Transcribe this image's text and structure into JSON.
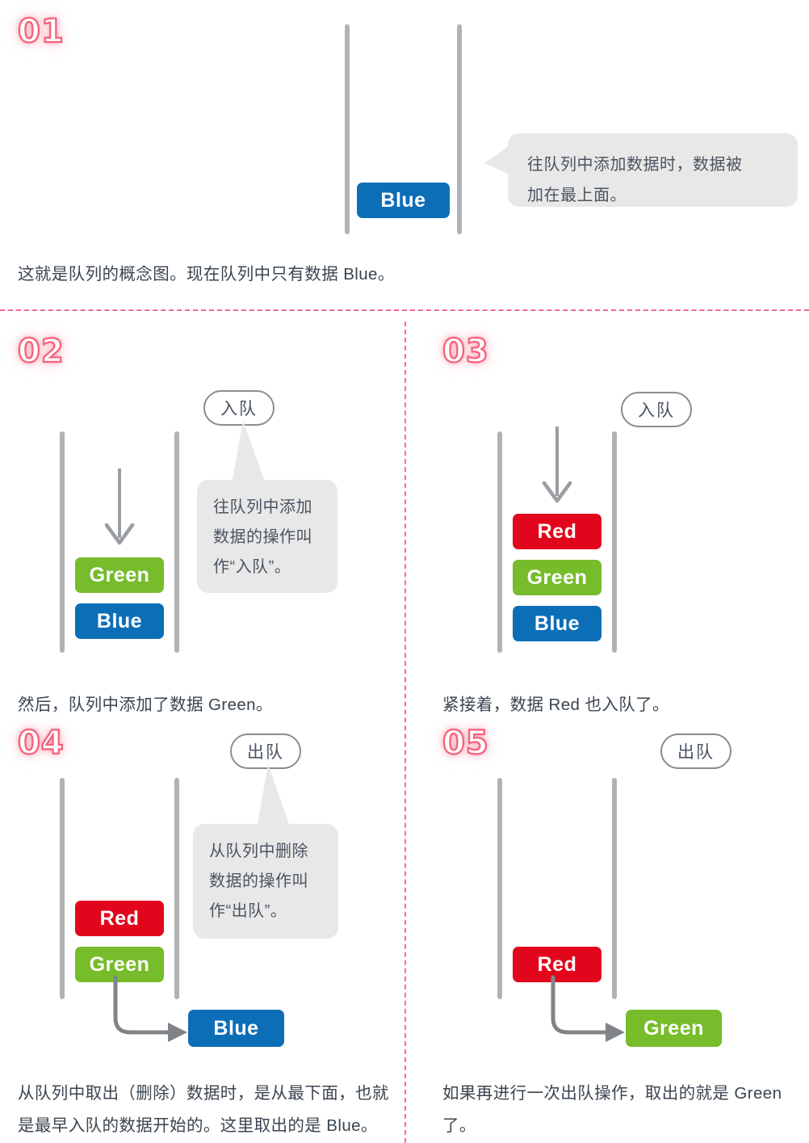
{
  "colors": {
    "red": "#e2061c",
    "green": "#76bc2b",
    "blue": "#0d6eb8",
    "rail": "#b0b2b5",
    "arrow": "#808488",
    "bubble_bg": "#e8e8e8",
    "badge_pink": "#f4607c",
    "divider_pink": "#f0708c",
    "text": "#3b4550"
  },
  "labels": {
    "enqueue": "入队",
    "dequeue": "出队",
    "red": "Red",
    "green": "Green",
    "blue": "Blue"
  },
  "panels": [
    {
      "number": "01",
      "boxes": [
        {
          "label": "Blue",
          "color": "blue"
        }
      ],
      "bubble": "往队列中添加数据时，数据被\n加在最上面。",
      "caption": "这就是队列的概念图。现在队列中只有数据 Blue。"
    },
    {
      "number": "02",
      "pill": "入队",
      "boxes": [
        {
          "label": "Green",
          "color": "green"
        },
        {
          "label": "Blue",
          "color": "blue"
        }
      ],
      "bubble": "往队列中添加\n数据的操作叫\n作“入队”。",
      "caption": "然后，队列中添加了数据 Green。"
    },
    {
      "number": "03",
      "pill": "入队",
      "boxes": [
        {
          "label": "Red",
          "color": "red"
        },
        {
          "label": "Green",
          "color": "green"
        },
        {
          "label": "Blue",
          "color": "blue"
        }
      ],
      "caption": "紧接着，数据 Red 也入队了。"
    },
    {
      "number": "04",
      "pill": "出队",
      "boxes": [
        {
          "label": "Red",
          "color": "red"
        },
        {
          "label": "Green",
          "color": "green"
        }
      ],
      "removed": {
        "label": "Blue",
        "color": "blue"
      },
      "bubble": "从队列中删除\n数据的操作叫\n作“出队”。",
      "caption": "从队列中取出（删除）数据时，是从最下面，也就\n是最早入队的数据开始的。这里取出的是 Blue。"
    },
    {
      "number": "05",
      "pill": "出队",
      "boxes": [
        {
          "label": "Red",
          "color": "red"
        }
      ],
      "removed": {
        "label": "Green",
        "color": "green"
      },
      "caption": "如果再进行一次出队操作，取出的就是 Green 了。"
    }
  ]
}
